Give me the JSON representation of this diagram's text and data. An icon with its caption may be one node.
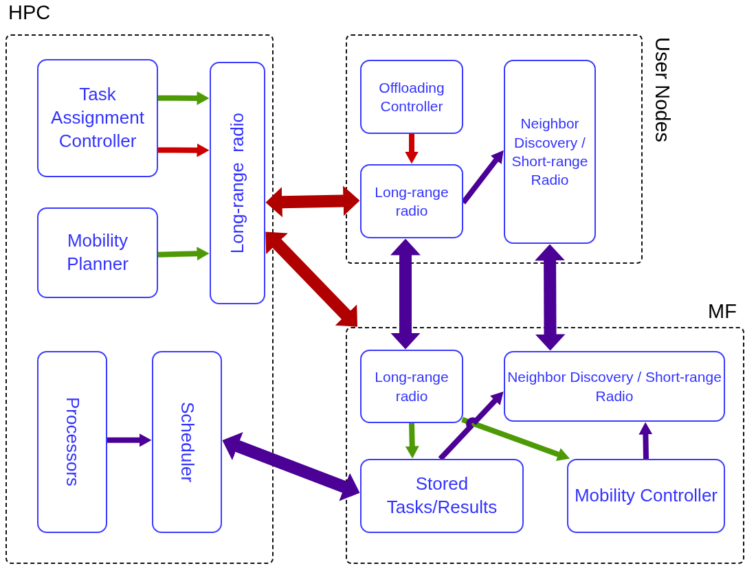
{
  "diagram": {
    "nodes": [
      {
        "text": [
          "HPC"
        ]
      },
      {
        "text": [
          "Task Assignment Controller"
        ],
        "in": 0
      },
      {
        "text": [
          "Long-range  radio"
        ],
        "in": 0
      },
      {
        "text": [
          "Mobility Planner"
        ],
        "in": 0
      },
      {
        "text": [
          "Processors"
        ],
        "in": 0
      },
      {
        "text": [
          "Scheduler"
        ],
        "in": 0
      },
      {
        "text": [
          "User Nodes"
        ]
      },
      {
        "text": [
          "Offloading Controller"
        ],
        "in": 6
      },
      {
        "text": [
          "Long-range radio"
        ],
        "in": 6
      },
      {
        "text": [
          "Neighbor Discovery / Short-range Radio"
        ],
        "in": 6
      },
      {
        "text": [
          "MF"
        ]
      },
      {
        "text": [
          "Long-range radio"
        ],
        "in": 10
      },
      {
        "text": [
          "Neighbor Discovery / Short-range Radio"
        ],
        "in": 10
      },
      {
        "text": [
          "Stored Tasks/Results"
        ],
        "in": 10
      },
      {
        "text": [
          "Mobility Controller"
        ],
        "in": 10
      }
    ],
    "edges": [
      {
        "from": 1,
        "to": 2,
        "arrow": "to",
        "color": "#4e9a06"
      },
      {
        "from": 1,
        "to": 2,
        "arrow": "to",
        "color": "#cc0000"
      },
      {
        "from": 3,
        "to": 2,
        "arrow": "to",
        "color": "#4e9a06"
      },
      {
        "from": 4,
        "to": 5,
        "arrow": "to"
      },
      {
        "from": 5,
        "to": 13,
        "arrow": "both",
        "style": "thick"
      },
      {
        "from": 2,
        "to": 8,
        "arrow": "both",
        "style": "thick",
        "color": "#b00000"
      },
      {
        "from": 2,
        "to": 10,
        "arrow": "both",
        "style": "thick",
        "color": "#b00000"
      },
      {
        "from": 7,
        "to": 8,
        "arrow": "to",
        "color": "#cc0000"
      },
      {
        "from": 8,
        "to": 9,
        "arrow": "to"
      },
      {
        "from": 8,
        "to": 11,
        "arrow": "both",
        "style": "thick"
      },
      {
        "from": 9,
        "to": 12,
        "arrow": "both",
        "style": "thick"
      },
      {
        "from": 11,
        "to": 13,
        "arrow": "to",
        "color": "#4e9a06"
      },
      {
        "from": 11,
        "to": 14,
        "arrow": "to",
        "color": "#4e9a06"
      },
      {
        "from": 13,
        "to": 12,
        "arrow": "to"
      },
      {
        "from": 14,
        "to": 12,
        "arrow": "to"
      }
    ]
  }
}
